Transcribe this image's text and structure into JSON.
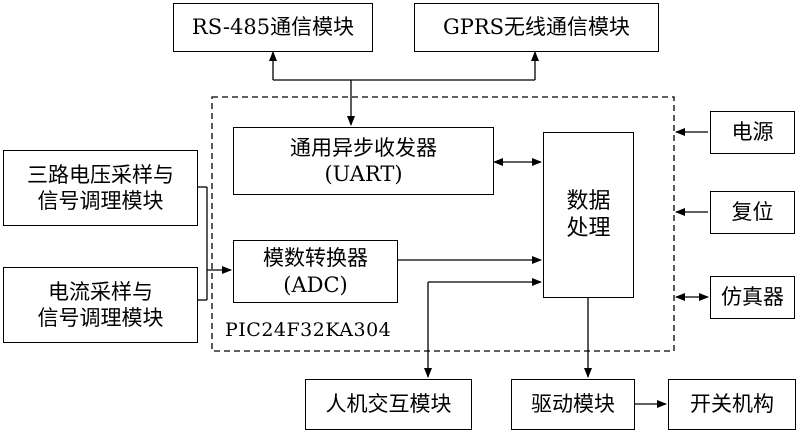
{
  "blocks": {
    "rs485": "RS-485通信模块",
    "gprs": "GPRS无线通信模块",
    "uart": "通用异步收发器\n(UART)",
    "adc": "模数转换器\n(ADC)",
    "data_processing": "数据\n处理",
    "three_phase_voltage": "三路电压采样与\n信号调理模块",
    "current_sampling": "电流采样与\n信号调理模块",
    "power": "电源",
    "reset": "复位",
    "emulator": "仿真器",
    "hmi": "人机交互模块",
    "driver": "驱动模块",
    "switch_mechanism": "开关机构"
  },
  "mcu_label": "PIC24F32KA304",
  "colors": {
    "line": "#000000",
    "background": "#ffffff"
  }
}
